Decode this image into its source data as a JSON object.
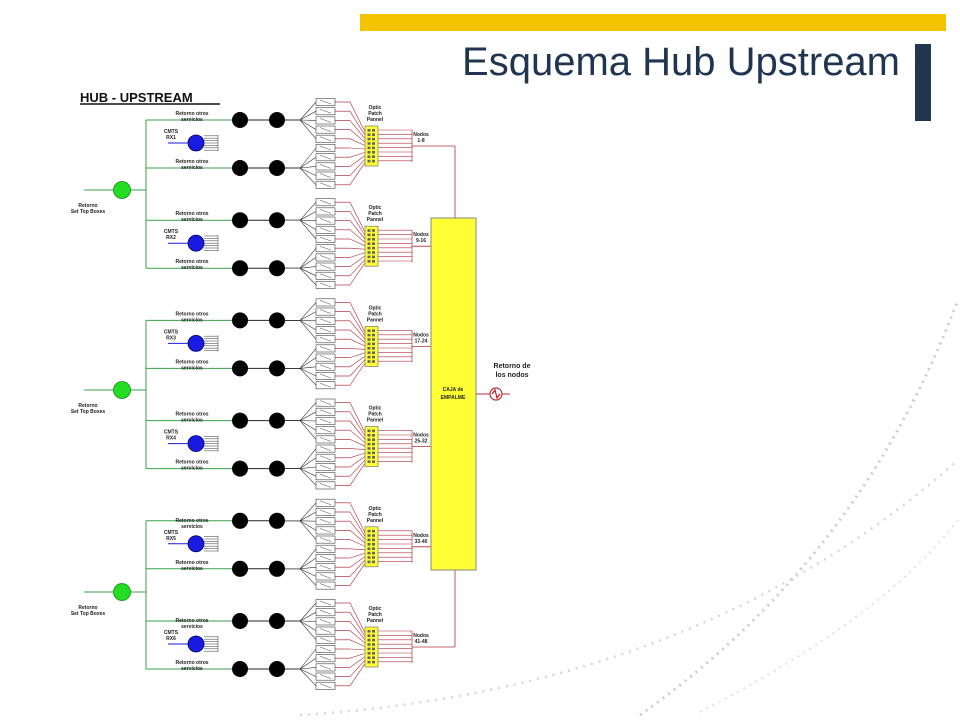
{
  "slide": {
    "title": "Esquema Hub Upstream",
    "colors": {
      "accent_bar": "#f5c400",
      "title_text": "#1f3550",
      "side_bar": "#1f3550"
    }
  },
  "diagram": {
    "header": "HUB - UPSTREAM",
    "set_top_label_1": "Retorno",
    "set_top_label_2": "Set Top Boxes",
    "retorno_otros_1": "Retorno otros",
    "retorno_otros_2": "servicios",
    "patch_1": "Optic",
    "patch_2": "Patch",
    "patch_3": "Pannel",
    "splice_1": "CAJA  de",
    "splice_2": "EMPALME",
    "node_return_1": "Retorno de",
    "node_return_2": "los nodos",
    "groups": [
      {
        "cmts": "CMTS",
        "rx": "RX1",
        "nodos": "Nodos",
        "range": "1-8"
      },
      {
        "cmts": "CMTS",
        "rx": "RX2",
        "nodos": "Nodos",
        "range": "9-16"
      },
      {
        "cmts": "CMTS",
        "rx": "RX3",
        "nodos": "Nodos",
        "range": "17-24"
      },
      {
        "cmts": "CMTS",
        "rx": "RX4",
        "nodos": "Nodos",
        "range": "25-32"
      },
      {
        "cmts": "CMTS",
        "rx": "RX5",
        "nodos": "Nodos",
        "range": "33-40"
      },
      {
        "cmts": "CMTS",
        "rx": "RX6",
        "nodos": "Nodos",
        "range": "41-48"
      }
    ],
    "colors": {
      "green_lines": "#3aa24a",
      "green_node": "#22dd22",
      "cmts_node": "#1a1ae0",
      "splitter": "#000000",
      "red_lines": "#b0303a",
      "yellow_box": "#ffff33"
    }
  }
}
